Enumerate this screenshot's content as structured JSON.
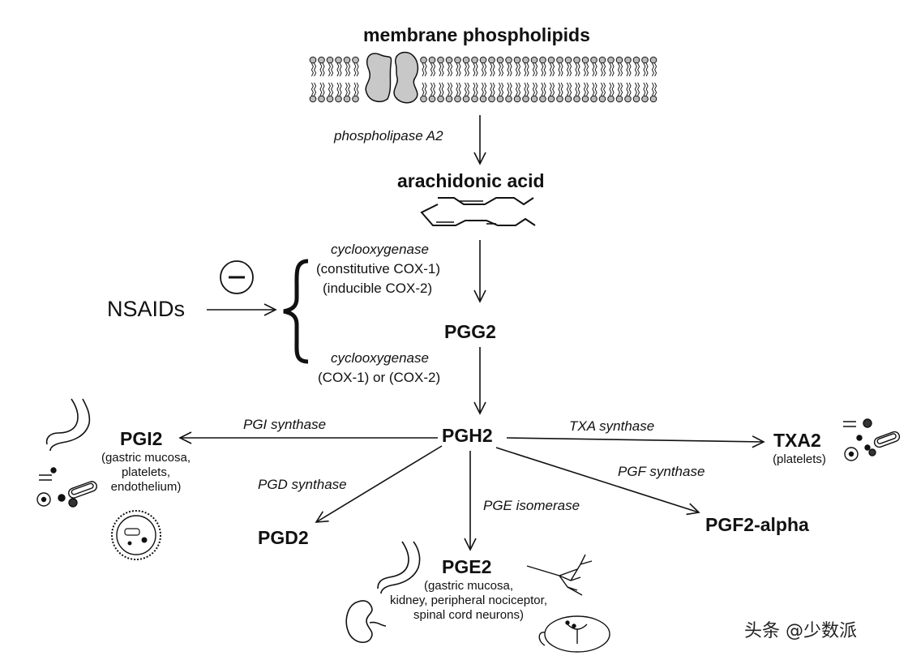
{
  "nodes": {
    "membrane": "membrane phospholipids",
    "aa": "arachidonic acid",
    "pgg2": "PGG2",
    "pgh2": "PGH2",
    "pgi2": "PGI2",
    "txa2": "TXA2",
    "pgd2": "PGD2",
    "pge2": "PGE2",
    "pgf2": "PGF2-alpha",
    "nsaids": "NSAIDs"
  },
  "enzymes": {
    "pla2": "phospholipase A2",
    "cox1_title": "cyclooxygenase",
    "cox1_line1": "(constitutive COX-1)",
    "cox1_line2": "(inducible COX-2)",
    "cox2_title": "cyclooxygenase",
    "cox2_line1": "(COX-1) or (COX-2)",
    "pgi_synthase": "PGI synthase",
    "txa_synthase": "TXA synthase",
    "pgd_synthase": "PGD synthase",
    "pge_isomerase": "PGE isomerase",
    "pgf_synthase": "PGF synthase"
  },
  "tissues": {
    "pgi2": [
      "(gastric mucosa,",
      "platelets,",
      "endothelium)"
    ],
    "txa2": [
      "(platelets)"
    ],
    "pge2": [
      "(gastric mucosa,",
      "kidney, peripheral nociceptor,",
      "spinal cord neurons)"
    ]
  },
  "inhibit_symbol": "−",
  "watermark": "头条 @少数派"
}
